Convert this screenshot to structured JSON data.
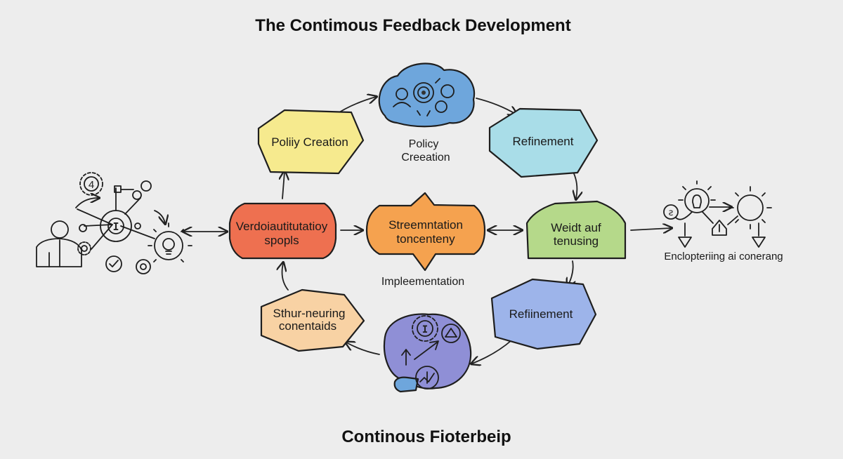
{
  "title": "The Contimous Feedback Development",
  "footer": "Continous Fioterbeip",
  "nodes": {
    "policy_creation_box": "Poliiy Creation",
    "policy_creation_caption_line1": "Policy",
    "policy_creation_caption_line2": "Creeation",
    "refinement_top": "Refinement",
    "weidt_line1": "Weidt auf",
    "weidt_line2": "tenusing",
    "refinement_bottom": "Refiinement",
    "verdo_line1": "Verdoiautitutatioy",
    "verdo_line2": "spopls",
    "stream_line1": "Streemntation",
    "stream_line2": "toncenteny",
    "implementation": "Impleementation",
    "sthur_line1": "Sthur-neuring",
    "sthur_line2": "conentaids",
    "right_caption": "Enclopteriing ai conerang",
    "left_gear_number": "4"
  },
  "colors": {
    "background": "#ededed",
    "yellow": "#f6ea8e",
    "cyan": "#a9dde8",
    "green": "#b5d98a",
    "blue_periwinkle": "#9db4ea",
    "red": "#ee7050",
    "orange": "#f5a24f",
    "peach": "#f8d2a4",
    "cloud_blue": "#6ea6dc",
    "purple": "#8f8fd6"
  },
  "icons": [
    "gear-icon",
    "lightbulb-icon",
    "person-icon",
    "checkmark-icon",
    "target-icon",
    "house-icon",
    "arrow-up-icon",
    "cloud-icon"
  ]
}
